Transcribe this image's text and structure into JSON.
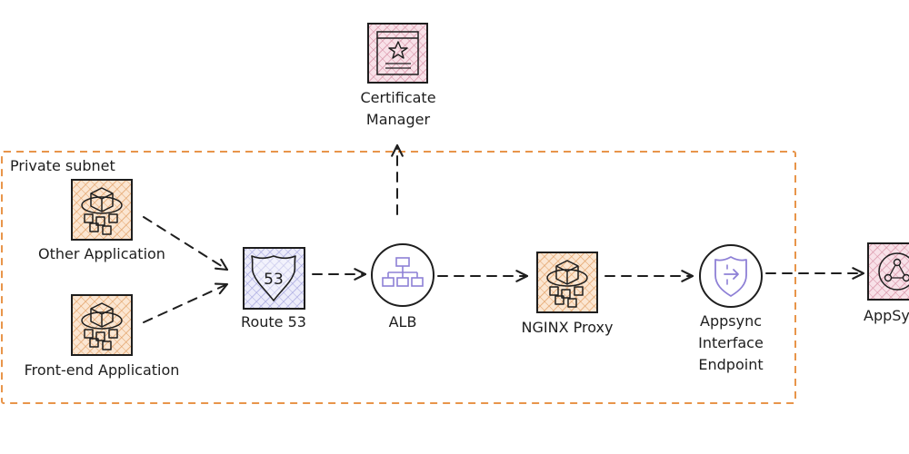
{
  "subnet": {
    "label": "Private subnet"
  },
  "nodes": {
    "certificate_manager": {
      "label_line1": "Certificate",
      "label_line2": "Manager",
      "icon": "certificate-icon"
    },
    "other_application": {
      "label": "Other Application",
      "icon": "ec2-instances-icon"
    },
    "frontend_application": {
      "label": "Front-end Application",
      "icon": "ec2-instances-icon"
    },
    "route53": {
      "label": "Route 53",
      "badge": "53",
      "icon": "route53-shield-icon"
    },
    "alb": {
      "label": "ALB",
      "icon": "load-balancer-icon"
    },
    "nginx_proxy": {
      "label": "NGINX Proxy",
      "icon": "ec2-instances-icon"
    },
    "appsync_endpoint": {
      "label_line1": "Appsync",
      "label_line2": "Interface",
      "label_line3": "Endpoint",
      "icon": "privatelink-shield-icon"
    },
    "appsync": {
      "label": "AppSync",
      "icon": "appsync-icon"
    }
  },
  "edges": [
    {
      "from": "other_application",
      "to": "route53",
      "style": "dashed"
    },
    {
      "from": "frontend_application",
      "to": "route53",
      "style": "dashed"
    },
    {
      "from": "route53",
      "to": "alb",
      "style": "dashed"
    },
    {
      "from": "alb",
      "to": "certificate_manager",
      "style": "dashed"
    },
    {
      "from": "alb",
      "to": "nginx_proxy",
      "style": "dashed"
    },
    {
      "from": "nginx_proxy",
      "to": "appsync_endpoint",
      "style": "dashed"
    },
    {
      "from": "appsync_endpoint",
      "to": "appsync",
      "style": "dashed"
    }
  ],
  "colors": {
    "stroke": "#1e1e1e",
    "subnet_border": "#e8954a",
    "ec2_fill": "#f5c89a",
    "ec2_hatch": "#e3a36a",
    "cert_fill": "#f3c6d3",
    "cert_hatch": "#d994a8",
    "route53_fill": "#d7d7f3",
    "route53_hatch": "#a9a9e0",
    "alb_icon": "#8e80d6",
    "endpoint_icon": "#8e80d6",
    "appsync_fill": "#f3c6d3"
  }
}
